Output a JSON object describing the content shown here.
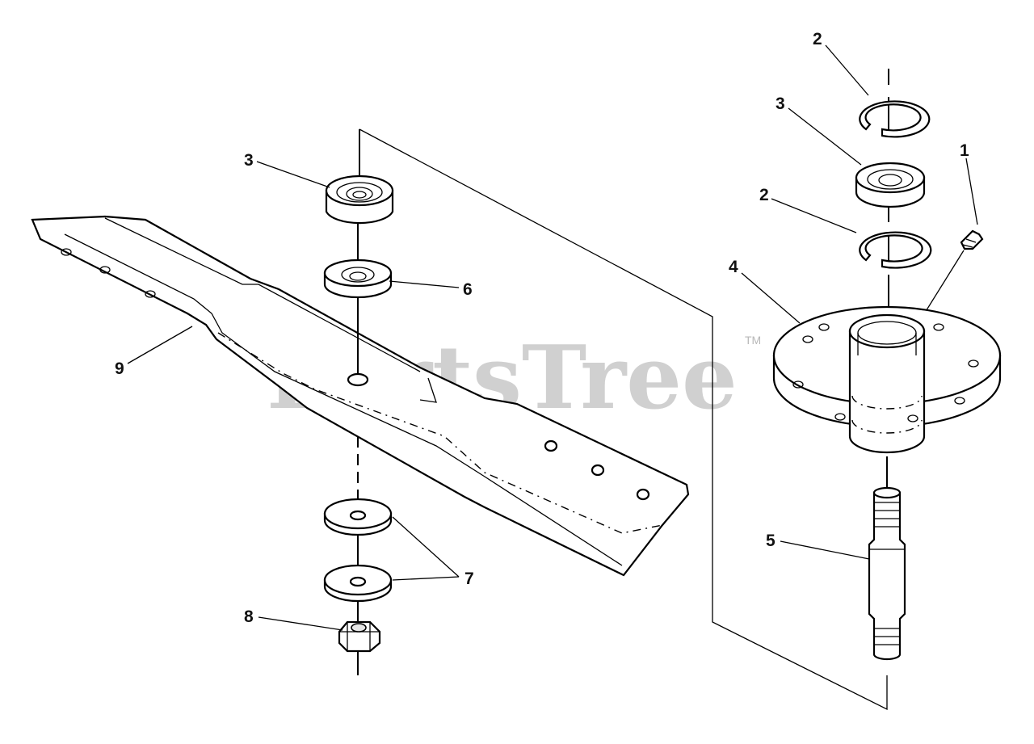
{
  "watermark": {
    "text": "PartsTree",
    "trademark": "TM"
  },
  "callouts": {
    "c1": "1",
    "c2_top": "2",
    "c2_mid": "2",
    "c3_left": "3",
    "c3_right": "3",
    "c4": "4",
    "c5": "5",
    "c6": "6",
    "c7": "7",
    "c8": "8",
    "c9": "9"
  },
  "colors": {
    "line": "#000000",
    "background": "#ffffff",
    "watermark": "#c8c8c8"
  }
}
